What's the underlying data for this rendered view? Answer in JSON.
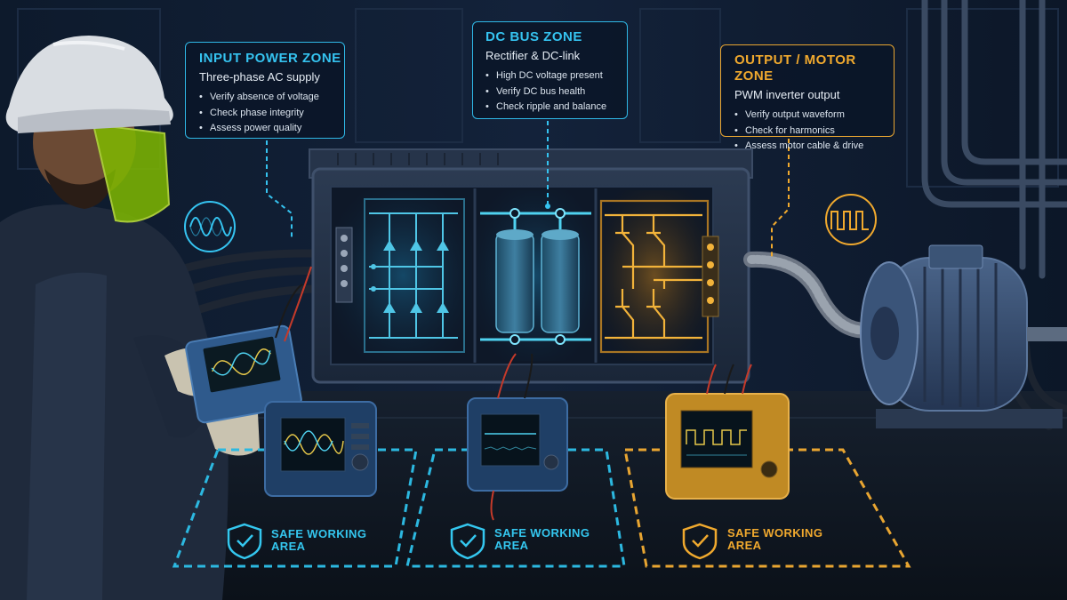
{
  "zones": {
    "input": {
      "title": "INPUT POWER ZONE",
      "subtitle": "Three-phase AC supply",
      "items": [
        "Verify absence of voltage",
        "Check phase integrity",
        "Assess power quality"
      ]
    },
    "dc": {
      "title": "DC BUS ZONE",
      "subtitle": "Rectifier & DC-link",
      "items": [
        "High DC voltage present",
        "Verify DC bus health",
        "Check ripple and balance"
      ]
    },
    "output": {
      "title": "OUTPUT / MOTOR ZONE",
      "subtitle": "PWM inverter output",
      "items": [
        "Verify output waveform",
        "Check for harmonics",
        "Assess motor cable & drive"
      ]
    }
  },
  "safe_areas": [
    {
      "line1": "SAFE WORKING",
      "line2": "AREA"
    },
    {
      "line1": "SAFE WORKING",
      "line2": "AREA"
    },
    {
      "line1": "SAFE WORKING",
      "line2": "AREA"
    }
  ],
  "colors": {
    "input_accent": "#35c3f0",
    "dc_accent": "#35c3f0",
    "output_accent": "#f0a92e",
    "background": "#0b1524"
  },
  "icons": [
    "sine-wave-icon",
    "square-wave-icon",
    "shield-check-icon"
  ]
}
